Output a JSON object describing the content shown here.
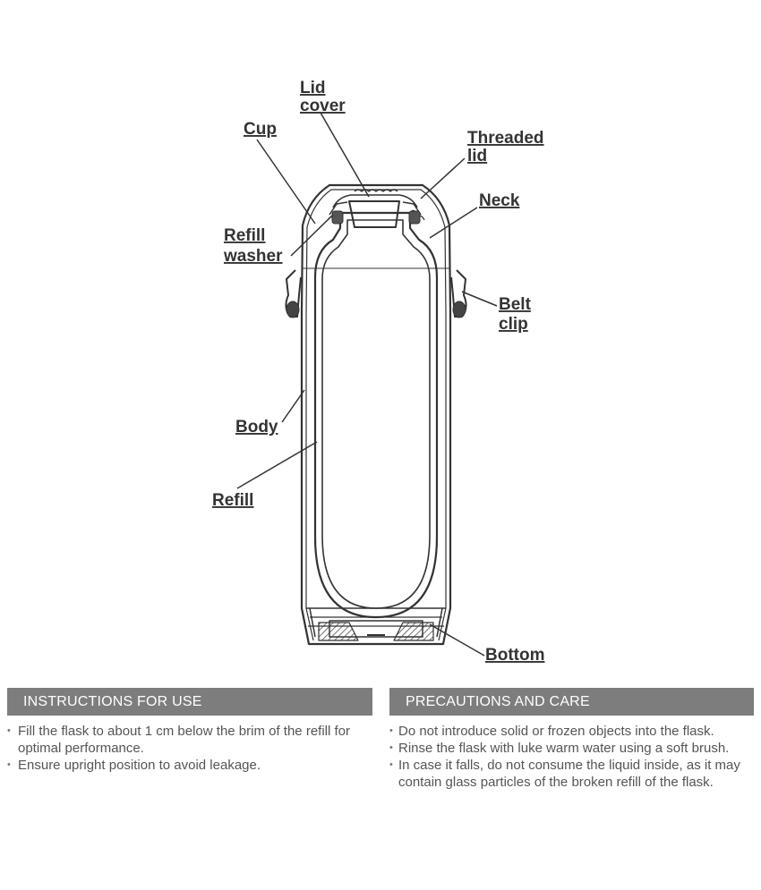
{
  "diagram": {
    "labels": {
      "lid_cover": [
        "Lid",
        "cover"
      ],
      "cup": "Cup",
      "threaded_lid": [
        "Threaded",
        "lid"
      ],
      "neck": "Neck",
      "refill_washer": [
        "Refill",
        "washer"
      ],
      "belt_clip": [
        "Belt",
        "clip"
      ],
      "body": "Body",
      "refill": "Refill",
      "bottom": "Bottom"
    }
  },
  "instructions": {
    "title": "INSTRUCTIONS FOR USE",
    "items": [
      "Fill the flask to about 1 cm below the brim of the refill for optimal performance.",
      "Ensure upright position to avoid leakage."
    ]
  },
  "precautions": {
    "title": "PRECAUTIONS AND CARE",
    "items": [
      "Do not introduce solid or frozen objects into the flask.",
      "Rinse the flask with luke warm water using a soft brush.",
      "In case it falls, do not consume the liquid inside, as it may contain glass particles of the broken refill of the flask."
    ]
  }
}
